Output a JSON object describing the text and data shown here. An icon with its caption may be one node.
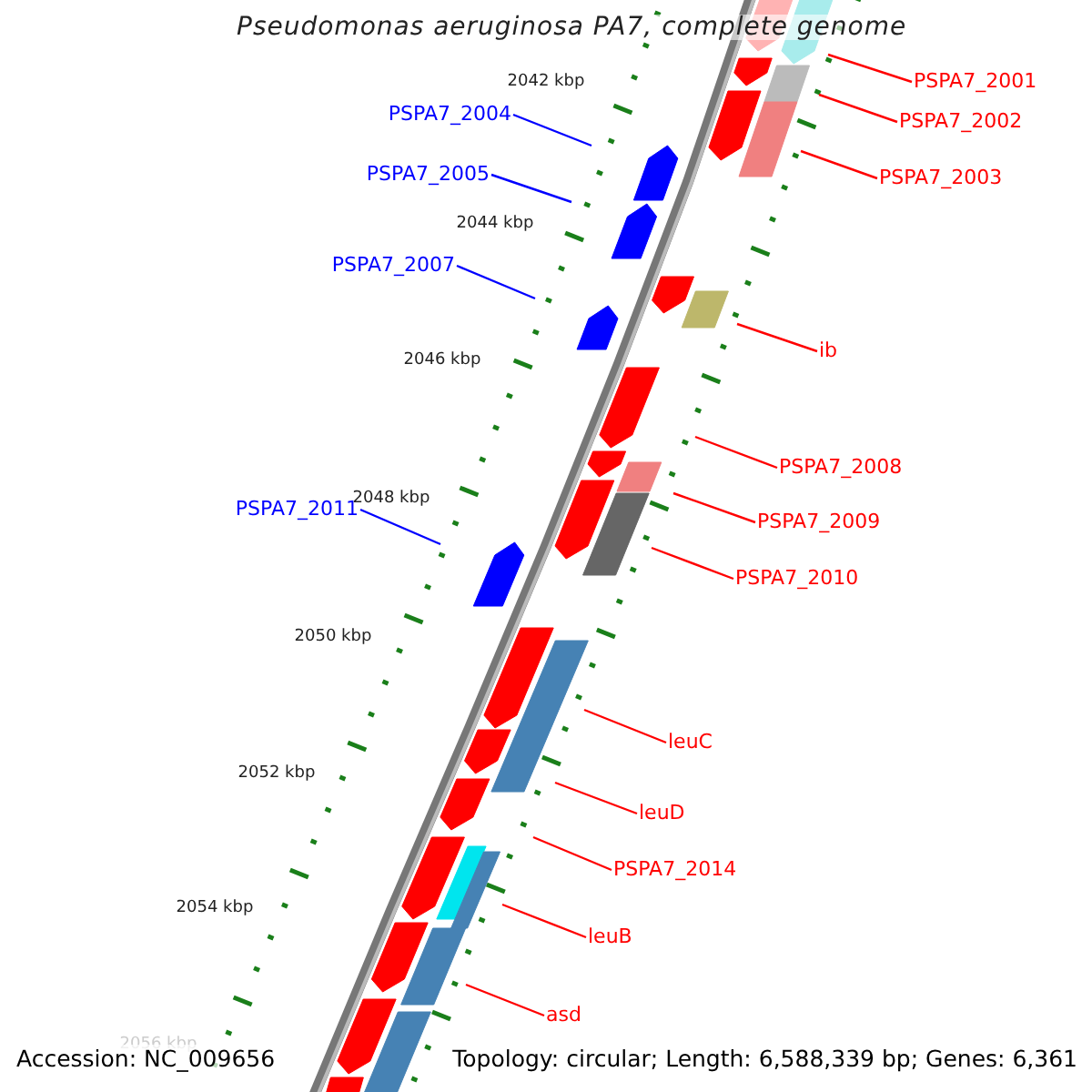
{
  "diagram": {
    "title": "Pseudomonas aeruginosa PA7, complete genome",
    "nodes": [
      {
        "text": [
          "PSPA7_2001"
        ]
      },
      {
        "text": [
          "PSPA7_2002"
        ]
      },
      {
        "text": [
          "PSPA7_2003"
        ]
      },
      {
        "text": [
          "PSPA7_2004"
        ]
      },
      {
        "text": [
          "PSPA7_2005"
        ]
      },
      {
        "text": [
          "PSPA7_2007"
        ]
      },
      {
        "text": [
          "ib"
        ]
      },
      {
        "text": [
          "PSPA7_2008"
        ]
      },
      {
        "text": [
          "PSPA7_2009"
        ]
      },
      {
        "text": [
          "PSPA7_2010"
        ]
      },
      {
        "text": [
          "PSPA7_2011"
        ]
      },
      {
        "text": [
          "leuC"
        ]
      },
      {
        "text": [
          "leuD"
        ]
      },
      {
        "text": [
          "PSPA7_2014"
        ]
      },
      {
        "text": [
          "leuB"
        ]
      },
      {
        "text": [
          "asd"
        ]
      }
    ],
    "edges": [
      {
        "from": 0,
        "to": null,
        "arrow": "none"
      },
      {
        "from": 1,
        "to": null,
        "arrow": "none"
      },
      {
        "from": 2,
        "to": null,
        "arrow": "none"
      },
      {
        "from": 3,
        "to": null,
        "arrow": "none",
        "color": "#0000ff"
      },
      {
        "from": 4,
        "to": null,
        "arrow": "none",
        "color": "#0000ff"
      },
      {
        "from": 5,
        "to": null,
        "arrow": "none",
        "color": "#0000ff"
      },
      {
        "from": 6,
        "to": null,
        "arrow": "none"
      },
      {
        "from": 7,
        "to": null,
        "arrow": "none"
      },
      {
        "from": 8,
        "to": null,
        "arrow": "none"
      },
      {
        "from": 9,
        "to": null,
        "arrow": "none"
      },
      {
        "from": 10,
        "to": null,
        "arrow": "none",
        "color": "#0000ff"
      },
      {
        "from": 11,
        "to": null,
        "arrow": "none"
      },
      {
        "from": 12,
        "to": null,
        "arrow": "none"
      },
      {
        "from": 13,
        "to": null,
        "arrow": "none"
      },
      {
        "from": 14,
        "to": null,
        "arrow": "none"
      },
      {
        "from": 15,
        "to": null,
        "arrow": "none"
      }
    ],
    "labels": [
      "2042 kbp",
      "2044 kbp",
      "2046 kbp",
      "2048 kbp",
      "2050 kbp",
      "2052 kbp",
      "2054 kbp",
      "2056 kbp",
      "Accession: NC_009656",
      "Topology: circular; Length: 6,588,339 bp; Genes: 6,361"
    ]
  }
}
